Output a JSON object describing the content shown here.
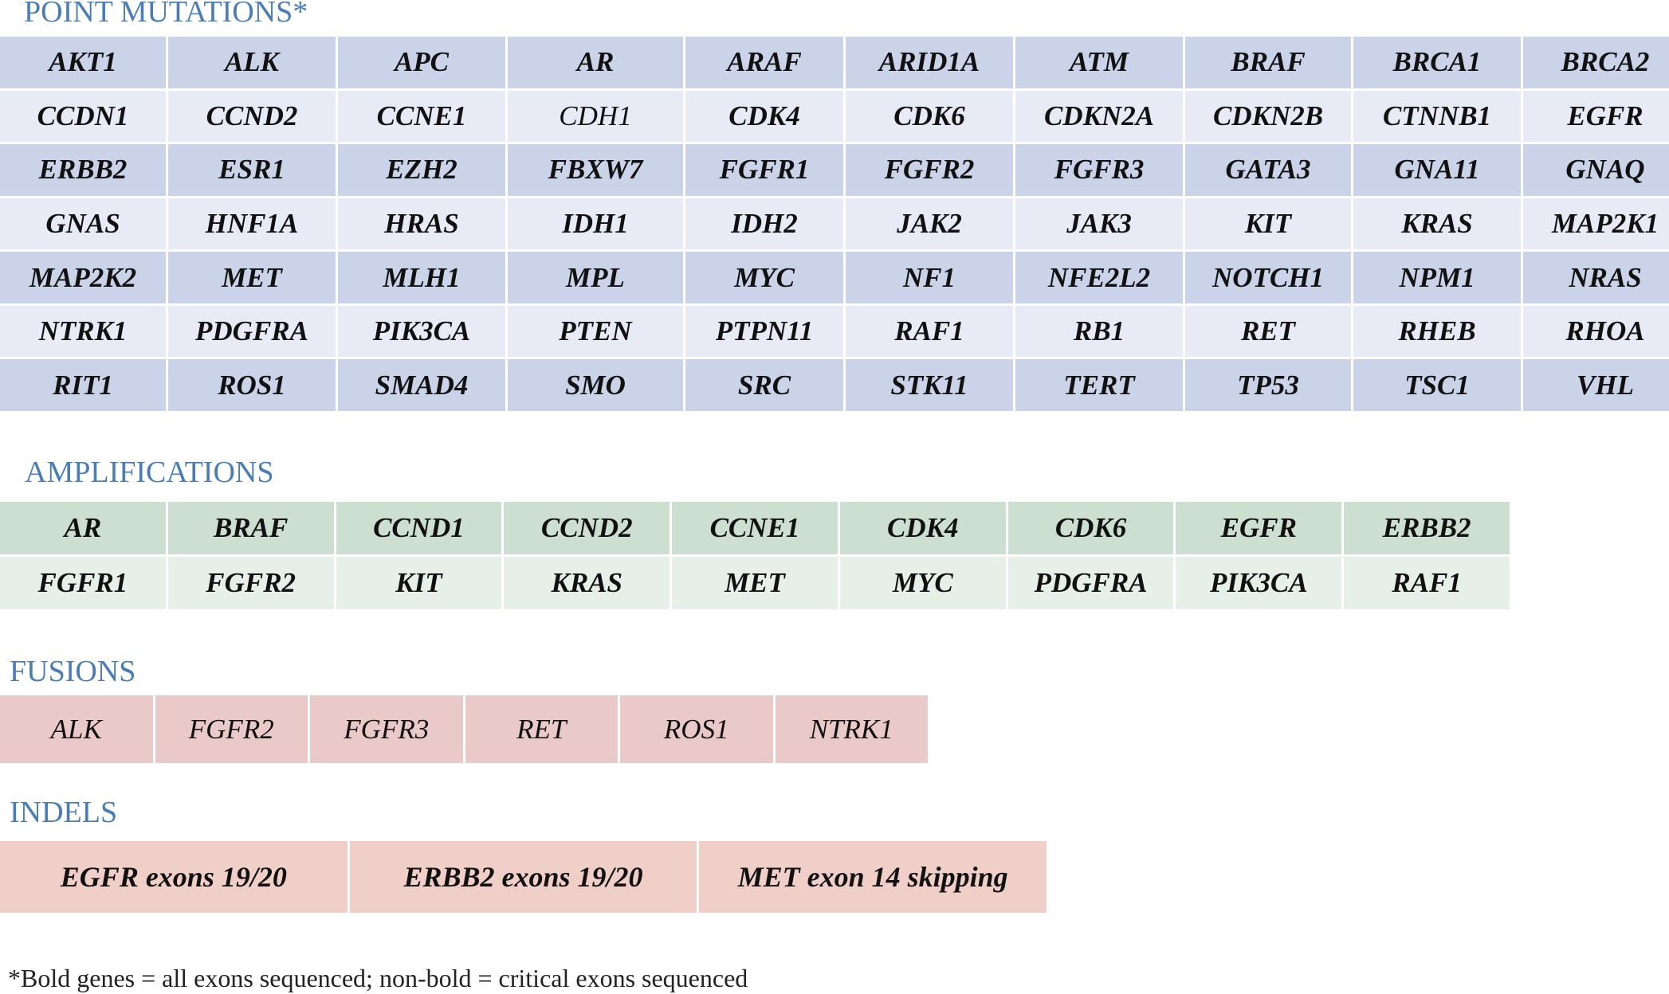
{
  "point_mutations": {
    "title": "POINT MUTATIONS*",
    "rows": [
      [
        {
          "t": "AKT1",
          "b": true
        },
        {
          "t": "ALK",
          "b": true
        },
        {
          "t": "APC",
          "b": true
        },
        {
          "t": "AR",
          "b": true
        },
        {
          "t": "ARAF",
          "b": true
        },
        {
          "t": "ARID1A",
          "b": true
        },
        {
          "t": "ATM",
          "b": true
        },
        {
          "t": "BRAF",
          "b": true
        },
        {
          "t": "BRCA1",
          "b": true
        },
        {
          "t": "BRCA2",
          "b": true
        }
      ],
      [
        {
          "t": "CCDN1",
          "b": true
        },
        {
          "t": "CCND2",
          "b": true
        },
        {
          "t": "CCNE1",
          "b": true
        },
        {
          "t": "CDH1",
          "b": false
        },
        {
          "t": "CDK4",
          "b": true
        },
        {
          "t": "CDK6",
          "b": true
        },
        {
          "t": "CDKN2A",
          "b": true
        },
        {
          "t": "CDKN2B",
          "b": true
        },
        {
          "t": "CTNNB1",
          "b": true
        },
        {
          "t": "EGFR",
          "b": true
        }
      ],
      [
        {
          "t": "ERBB2",
          "b": true
        },
        {
          "t": "ESR1",
          "b": true
        },
        {
          "t": "EZH2",
          "b": true
        },
        {
          "t": "FBXW7",
          "b": true
        },
        {
          "t": "FGFR1",
          "b": true
        },
        {
          "t": "FGFR2",
          "b": true
        },
        {
          "t": "FGFR3",
          "b": true
        },
        {
          "t": "GATA3",
          "b": true
        },
        {
          "t": "GNA11",
          "b": true
        },
        {
          "t": "GNAQ",
          "b": true
        }
      ],
      [
        {
          "t": "GNAS",
          "b": true
        },
        {
          "t": "HNF1A",
          "b": true
        },
        {
          "t": "HRAS",
          "b": true
        },
        {
          "t": "IDH1",
          "b": true
        },
        {
          "t": "IDH2",
          "b": true
        },
        {
          "t": "JAK2",
          "b": true
        },
        {
          "t": "JAK3",
          "b": true
        },
        {
          "t": "KIT",
          "b": true
        },
        {
          "t": "KRAS",
          "b": true
        },
        {
          "t": "MAP2K1",
          "b": true
        }
      ],
      [
        {
          "t": "MAP2K2",
          "b": true
        },
        {
          "t": "MET",
          "b": true
        },
        {
          "t": "MLH1",
          "b": true
        },
        {
          "t": "MPL",
          "b": true
        },
        {
          "t": "MYC",
          "b": true
        },
        {
          "t": "NF1",
          "b": true
        },
        {
          "t": "NFE2L2",
          "b": true
        },
        {
          "t": "NOTCH1",
          "b": true
        },
        {
          "t": "NPM1",
          "b": true
        },
        {
          "t": "NRAS",
          "b": true
        }
      ],
      [
        {
          "t": "NTRK1",
          "b": true
        },
        {
          "t": "PDGFRA",
          "b": true
        },
        {
          "t": "PIK3CA",
          "b": true
        },
        {
          "t": "PTEN",
          "b": true
        },
        {
          "t": "PTPN11",
          "b": true
        },
        {
          "t": "RAF1",
          "b": true
        },
        {
          "t": "RB1",
          "b": true
        },
        {
          "t": "RET",
          "b": true
        },
        {
          "t": "RHEB",
          "b": true
        },
        {
          "t": "RHOA",
          "b": true
        }
      ],
      [
        {
          "t": "RIT1",
          "b": true
        },
        {
          "t": "ROS1",
          "b": true
        },
        {
          "t": "SMAD4",
          "b": true
        },
        {
          "t": "SMO",
          "b": true
        },
        {
          "t": "SRC",
          "b": true
        },
        {
          "t": "STK11",
          "b": true
        },
        {
          "t": "TERT",
          "b": true
        },
        {
          "t": "TP53",
          "b": true
        },
        {
          "t": "TSC1",
          "b": true
        },
        {
          "t": "VHL",
          "b": true
        }
      ]
    ]
  },
  "amplifications": {
    "title": "AMPLIFICATIONS",
    "rows": [
      [
        {
          "t": "AR",
          "b": true
        },
        {
          "t": "BRAF",
          "b": true
        },
        {
          "t": "CCND1",
          "b": true
        },
        {
          "t": "CCND2",
          "b": true
        },
        {
          "t": "CCNE1",
          "b": true
        },
        {
          "t": "CDK4",
          "b": true
        },
        {
          "t": "CDK6",
          "b": true
        },
        {
          "t": "EGFR",
          "b": true
        },
        {
          "t": "ERBB2",
          "b": true
        }
      ],
      [
        {
          "t": "FGFR1",
          "b": true
        },
        {
          "t": "FGFR2",
          "b": true
        },
        {
          "t": "KIT",
          "b": true
        },
        {
          "t": "KRAS",
          "b": true
        },
        {
          "t": "MET",
          "b": true
        },
        {
          "t": "MYC",
          "b": true
        },
        {
          "t": "PDGFRA",
          "b": true
        },
        {
          "t": "PIK3CA",
          "b": true
        },
        {
          "t": "RAF1",
          "b": true
        }
      ]
    ]
  },
  "fusions": {
    "title": "FUSIONS",
    "rows": [
      [
        {
          "t": "ALK",
          "b": false
        },
        {
          "t": "FGFR2",
          "b": false
        },
        {
          "t": "FGFR3",
          "b": false
        },
        {
          "t": "RET",
          "b": false
        },
        {
          "t": "ROS1",
          "b": false
        },
        {
          "t": "NTRK1",
          "b": false
        }
      ]
    ]
  },
  "indels": {
    "title": "INDELS",
    "rows": [
      [
        {
          "t": "EGFR exons 19/20",
          "b": true
        },
        {
          "t": "ERBB2 exons 19/20",
          "b": true
        },
        {
          "t": "MET exon 14 skipping",
          "b": true
        }
      ]
    ]
  },
  "footnote": "*Bold genes = all exons sequenced;  non-bold = critical exons sequenced",
  "colors": {
    "title": "#4a7db5",
    "point_row_a": "#cbd3e8",
    "point_row_b": "#e8ebf5",
    "amp_row_a": "#cddfd0",
    "amp_row_b": "#e6efe8",
    "fusion_cell": "#e9cac8",
    "indel_cell": "#f0cfc8"
  }
}
